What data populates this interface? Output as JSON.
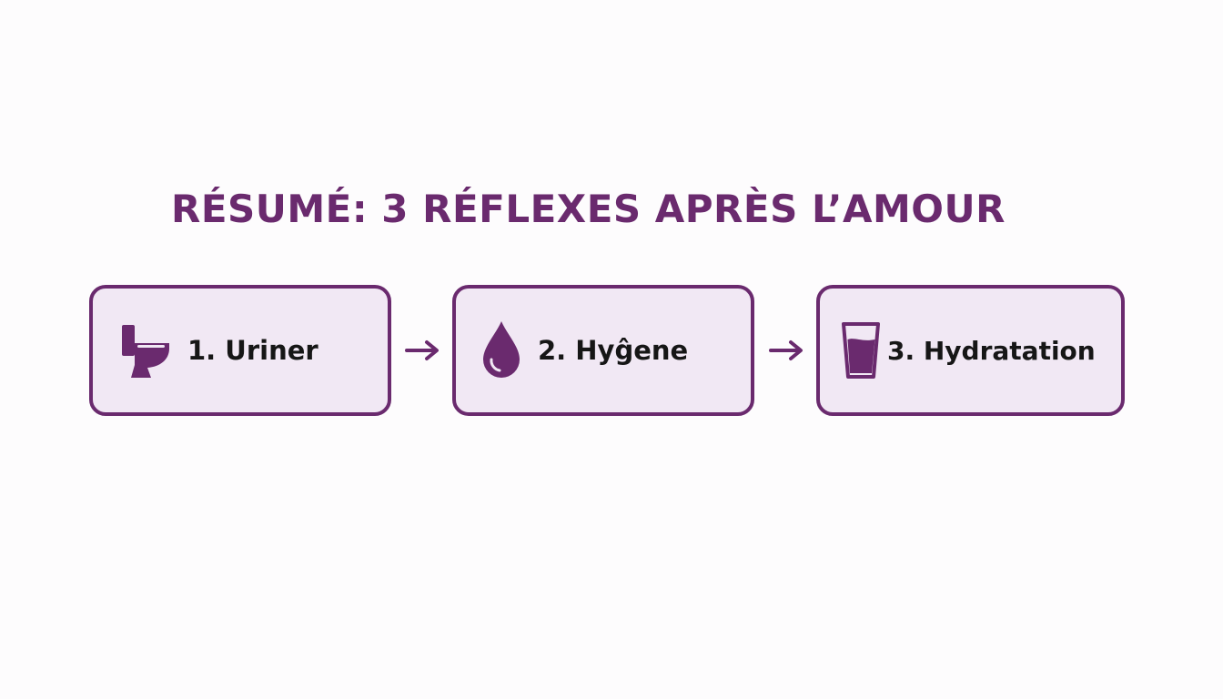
{
  "title": "RÉSUMÉ: 3 RÉFLEXES APRÈS L’AMOUR",
  "steps": [
    {
      "label": "1. Uriner",
      "icon": "toilet-icon"
    },
    {
      "label": "2. Hyĝene",
      "icon": "water-drop-icon"
    },
    {
      "label": "3. Hydratation",
      "icon": "water-glass-icon"
    }
  ],
  "connector_icon": "arrow-right-icon",
  "colors": {
    "accent": "#6a2a6e",
    "box_fill": "#f1e8f4",
    "text": "#161616",
    "background": "#fdfcfd"
  }
}
